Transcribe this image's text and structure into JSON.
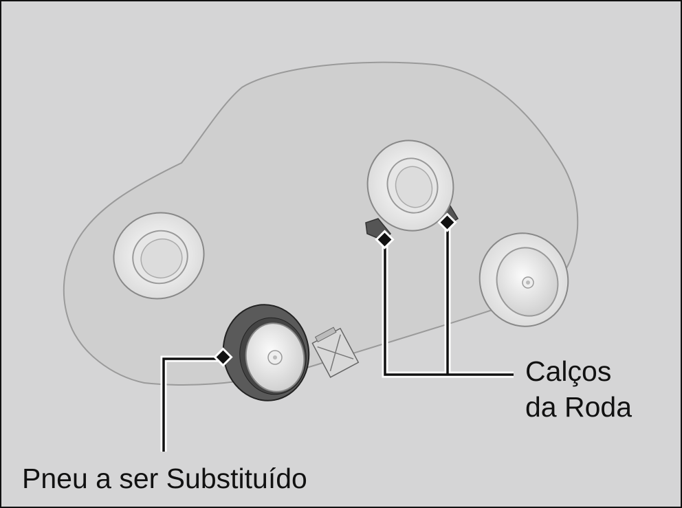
{
  "labels": {
    "wheel_chocks_line1": "Calços",
    "wheel_chocks_line2": "da Roda",
    "tire_to_replace": "Pneu a ser Substituído"
  },
  "colors": {
    "background": "#d5d5d6",
    "car_body": "#cfcfcf",
    "outline": "#111111",
    "tire_dark": "#5a5a5a",
    "tire_light": "#f4f4f4"
  }
}
